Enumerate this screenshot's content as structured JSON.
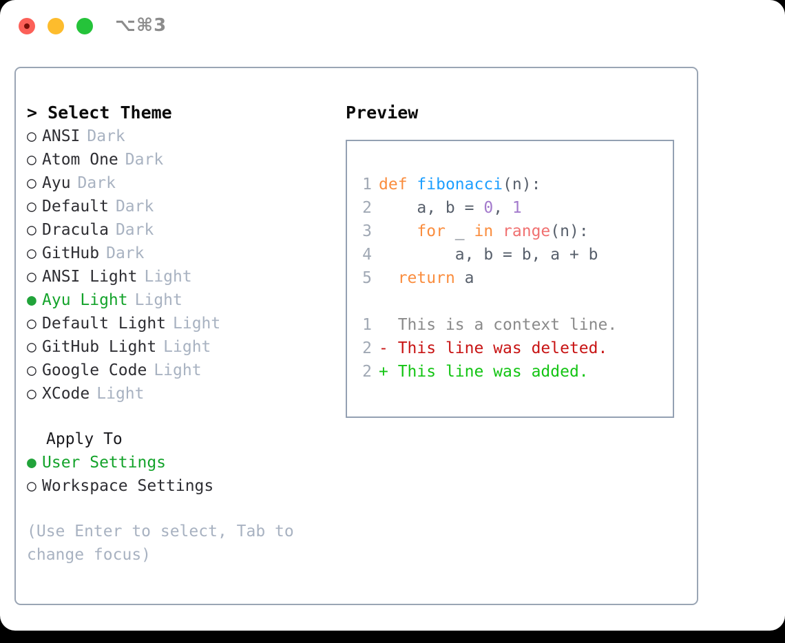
{
  "titlebar": {
    "shortcut": "⌥⌘3",
    "lights": [
      {
        "name": "close",
        "color": "#FC6058"
      },
      {
        "name": "minimize",
        "color": "#FDBC2D"
      },
      {
        "name": "maximize",
        "color": "#25C33A"
      }
    ]
  },
  "theme_picker": {
    "heading": "> Select Theme",
    "bullet_selected": "●",
    "bullet_unselected": "○",
    "options": [
      {
        "label": "ANSI",
        "tag": "Dark",
        "selected": false
      },
      {
        "label": "Atom One",
        "tag": "Dark",
        "selected": false
      },
      {
        "label": "Ayu",
        "tag": "Dark",
        "selected": false
      },
      {
        "label": "Default",
        "tag": "Dark",
        "selected": false
      },
      {
        "label": "Dracula",
        "tag": "Dark",
        "selected": false
      },
      {
        "label": "GitHub",
        "tag": "Dark",
        "selected": false
      },
      {
        "label": "ANSI Light",
        "tag": "Light",
        "selected": false
      },
      {
        "label": "Ayu Light",
        "tag": "Light",
        "selected": true
      },
      {
        "label": "Default Light",
        "tag": "Light",
        "selected": false
      },
      {
        "label": "GitHub Light",
        "tag": "Light",
        "selected": false
      },
      {
        "label": "Google Code",
        "tag": "Light",
        "selected": false
      },
      {
        "label": "XCode",
        "tag": "Light",
        "selected": false
      }
    ]
  },
  "apply_to": {
    "heading": "Apply To",
    "options": [
      {
        "label": "User Settings",
        "selected": true
      },
      {
        "label": "Workspace Settings",
        "selected": false
      }
    ]
  },
  "hint": "(Use Enter to select, Tab to change focus)",
  "preview": {
    "title": "Preview",
    "code_lines": [
      {
        "no": "1",
        "tokens": [
          {
            "t": "def",
            "c": "kw"
          },
          {
            "t": " ",
            "c": "plain"
          },
          {
            "t": "fibonacci",
            "c": "fn"
          },
          {
            "t": "(n):",
            "c": "plain"
          }
        ]
      },
      {
        "no": "2",
        "tokens": [
          {
            "t": "    a, b = ",
            "c": "plain"
          },
          {
            "t": "0",
            "c": "num"
          },
          {
            "t": ", ",
            "c": "plain"
          },
          {
            "t": "1",
            "c": "num"
          }
        ]
      },
      {
        "no": "3",
        "tokens": [
          {
            "t": "    ",
            "c": "plain"
          },
          {
            "t": "for",
            "c": "kw"
          },
          {
            "t": " _ ",
            "c": "plain"
          },
          {
            "t": "in",
            "c": "kw"
          },
          {
            "t": " ",
            "c": "plain"
          },
          {
            "t": "range",
            "c": "bi"
          },
          {
            "t": "(n):",
            "c": "plain"
          }
        ]
      },
      {
        "no": "4",
        "tokens": [
          {
            "t": "        a, b = b, a + b",
            "c": "plain"
          }
        ]
      },
      {
        "no": "5",
        "tokens": [
          {
            "t": "  ",
            "c": "plain"
          },
          {
            "t": "return",
            "c": "kw"
          },
          {
            "t": " a",
            "c": "plain"
          }
        ]
      }
    ],
    "diff_lines": [
      {
        "no": "1",
        "marker": " ",
        "text": " This is a context line.",
        "kind": "ctx"
      },
      {
        "no": "2",
        "marker": "-",
        "text": " This line was deleted.",
        "kind": "del"
      },
      {
        "no": "2",
        "marker": "+",
        "text": " This line was added.",
        "kind": "add"
      }
    ]
  },
  "colors": {
    "keyword": "#FA8D3E",
    "function": "#1E9FFF",
    "number": "#A37ACC",
    "builtin": "#F07171",
    "plain": "#575F6B",
    "lineno": "#A0A8B4",
    "diff_context": "#8A8A8A",
    "diff_deleted": "#C81414",
    "diff_added": "#13C413",
    "selected": "#14A32B",
    "muted": "#A8B2C1",
    "border": "#9AA5B4"
  }
}
